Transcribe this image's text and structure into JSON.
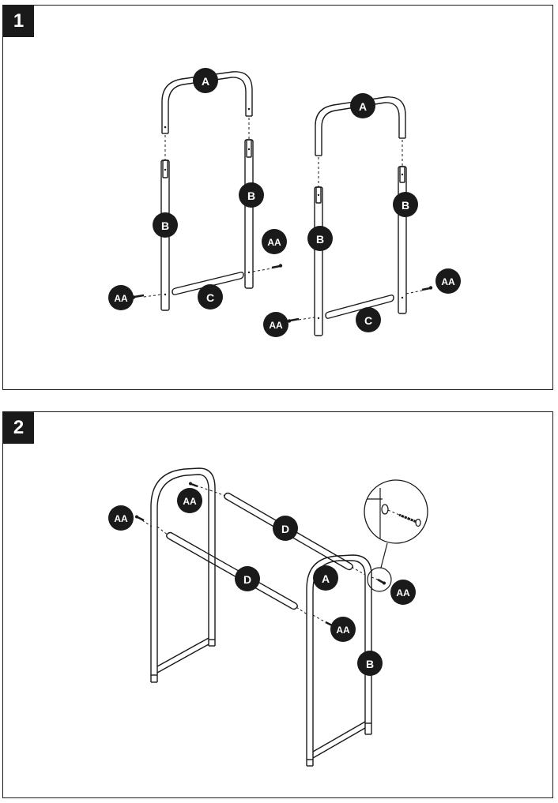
{
  "steps": [
    {
      "number": "1"
    },
    {
      "number": "2"
    }
  ],
  "labels": {
    "frame": "A",
    "leg": "B",
    "short_bar": "C",
    "long_bar": "D",
    "screw": "AA"
  },
  "icons": [
    "screw-icon",
    "frame-tube-icon",
    "magnified-detail-icon"
  ]
}
